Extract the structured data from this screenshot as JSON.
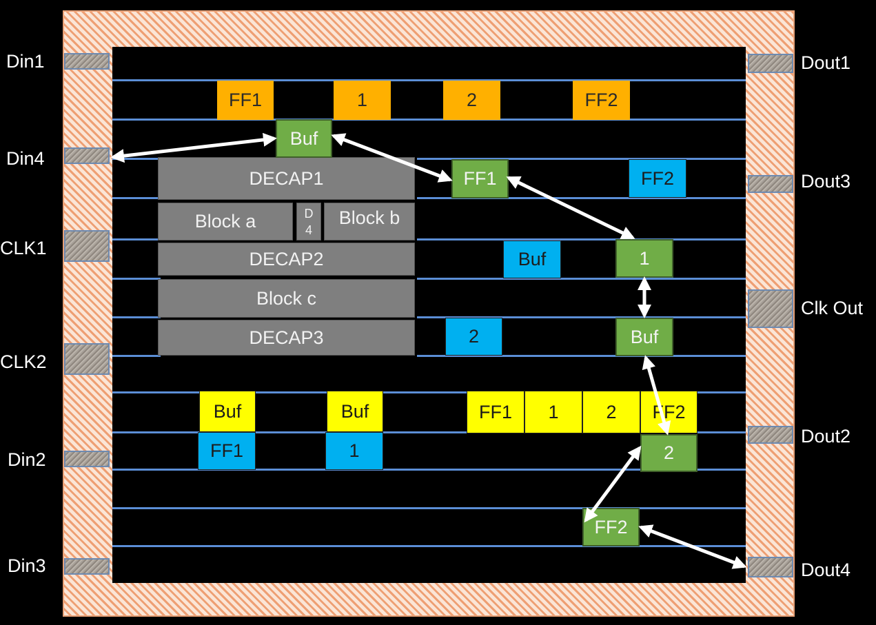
{
  "pins": {
    "din1": "Din1",
    "din4": "Din4",
    "clk1": "CLK1",
    "clk2": "CLK2",
    "din2": "Din2",
    "din3": "Din3",
    "dout1": "Dout1",
    "dout3": "Dout3",
    "clk_out": "Clk Out",
    "dout2": "Dout2",
    "dout4": "Dout4"
  },
  "cells": {
    "orange_ff1": "FF1",
    "orange_1": "1",
    "orange_2": "2",
    "orange_ff2": "FF2",
    "green_buf_top": "Buf",
    "green_ff1": "FF1",
    "green_1": "1",
    "green_buf_mid": "Buf",
    "green_2": "2",
    "green_ff2": "FF2",
    "blue_ff2": "FF2",
    "blue_buf": "Buf",
    "blue_2": "2",
    "blue_ff1": "FF1",
    "blue_1": "1",
    "yellow_buf_a": "Buf",
    "yellow_buf_b": "Buf",
    "yellow_ff1": "FF1",
    "yellow_1": "1",
    "yellow_2": "2",
    "yellow_ff2": "FF2"
  },
  "blocks": {
    "decap1": "DECAP1",
    "block_a": "Block a",
    "d4_top": "D",
    "d4_bottom": "4",
    "block_b": "Block b",
    "decap2": "DECAP2",
    "block_c": "Block c",
    "decap3": "DECAP3"
  },
  "colors": {
    "orange": "#ffb000",
    "yellow": "#ffff00",
    "blue": "#00b0f0",
    "green": "#70ad47",
    "gray": "#7f7f7f",
    "row_line": "#5b8ed6",
    "pad_ring": "#ee9f73"
  }
}
